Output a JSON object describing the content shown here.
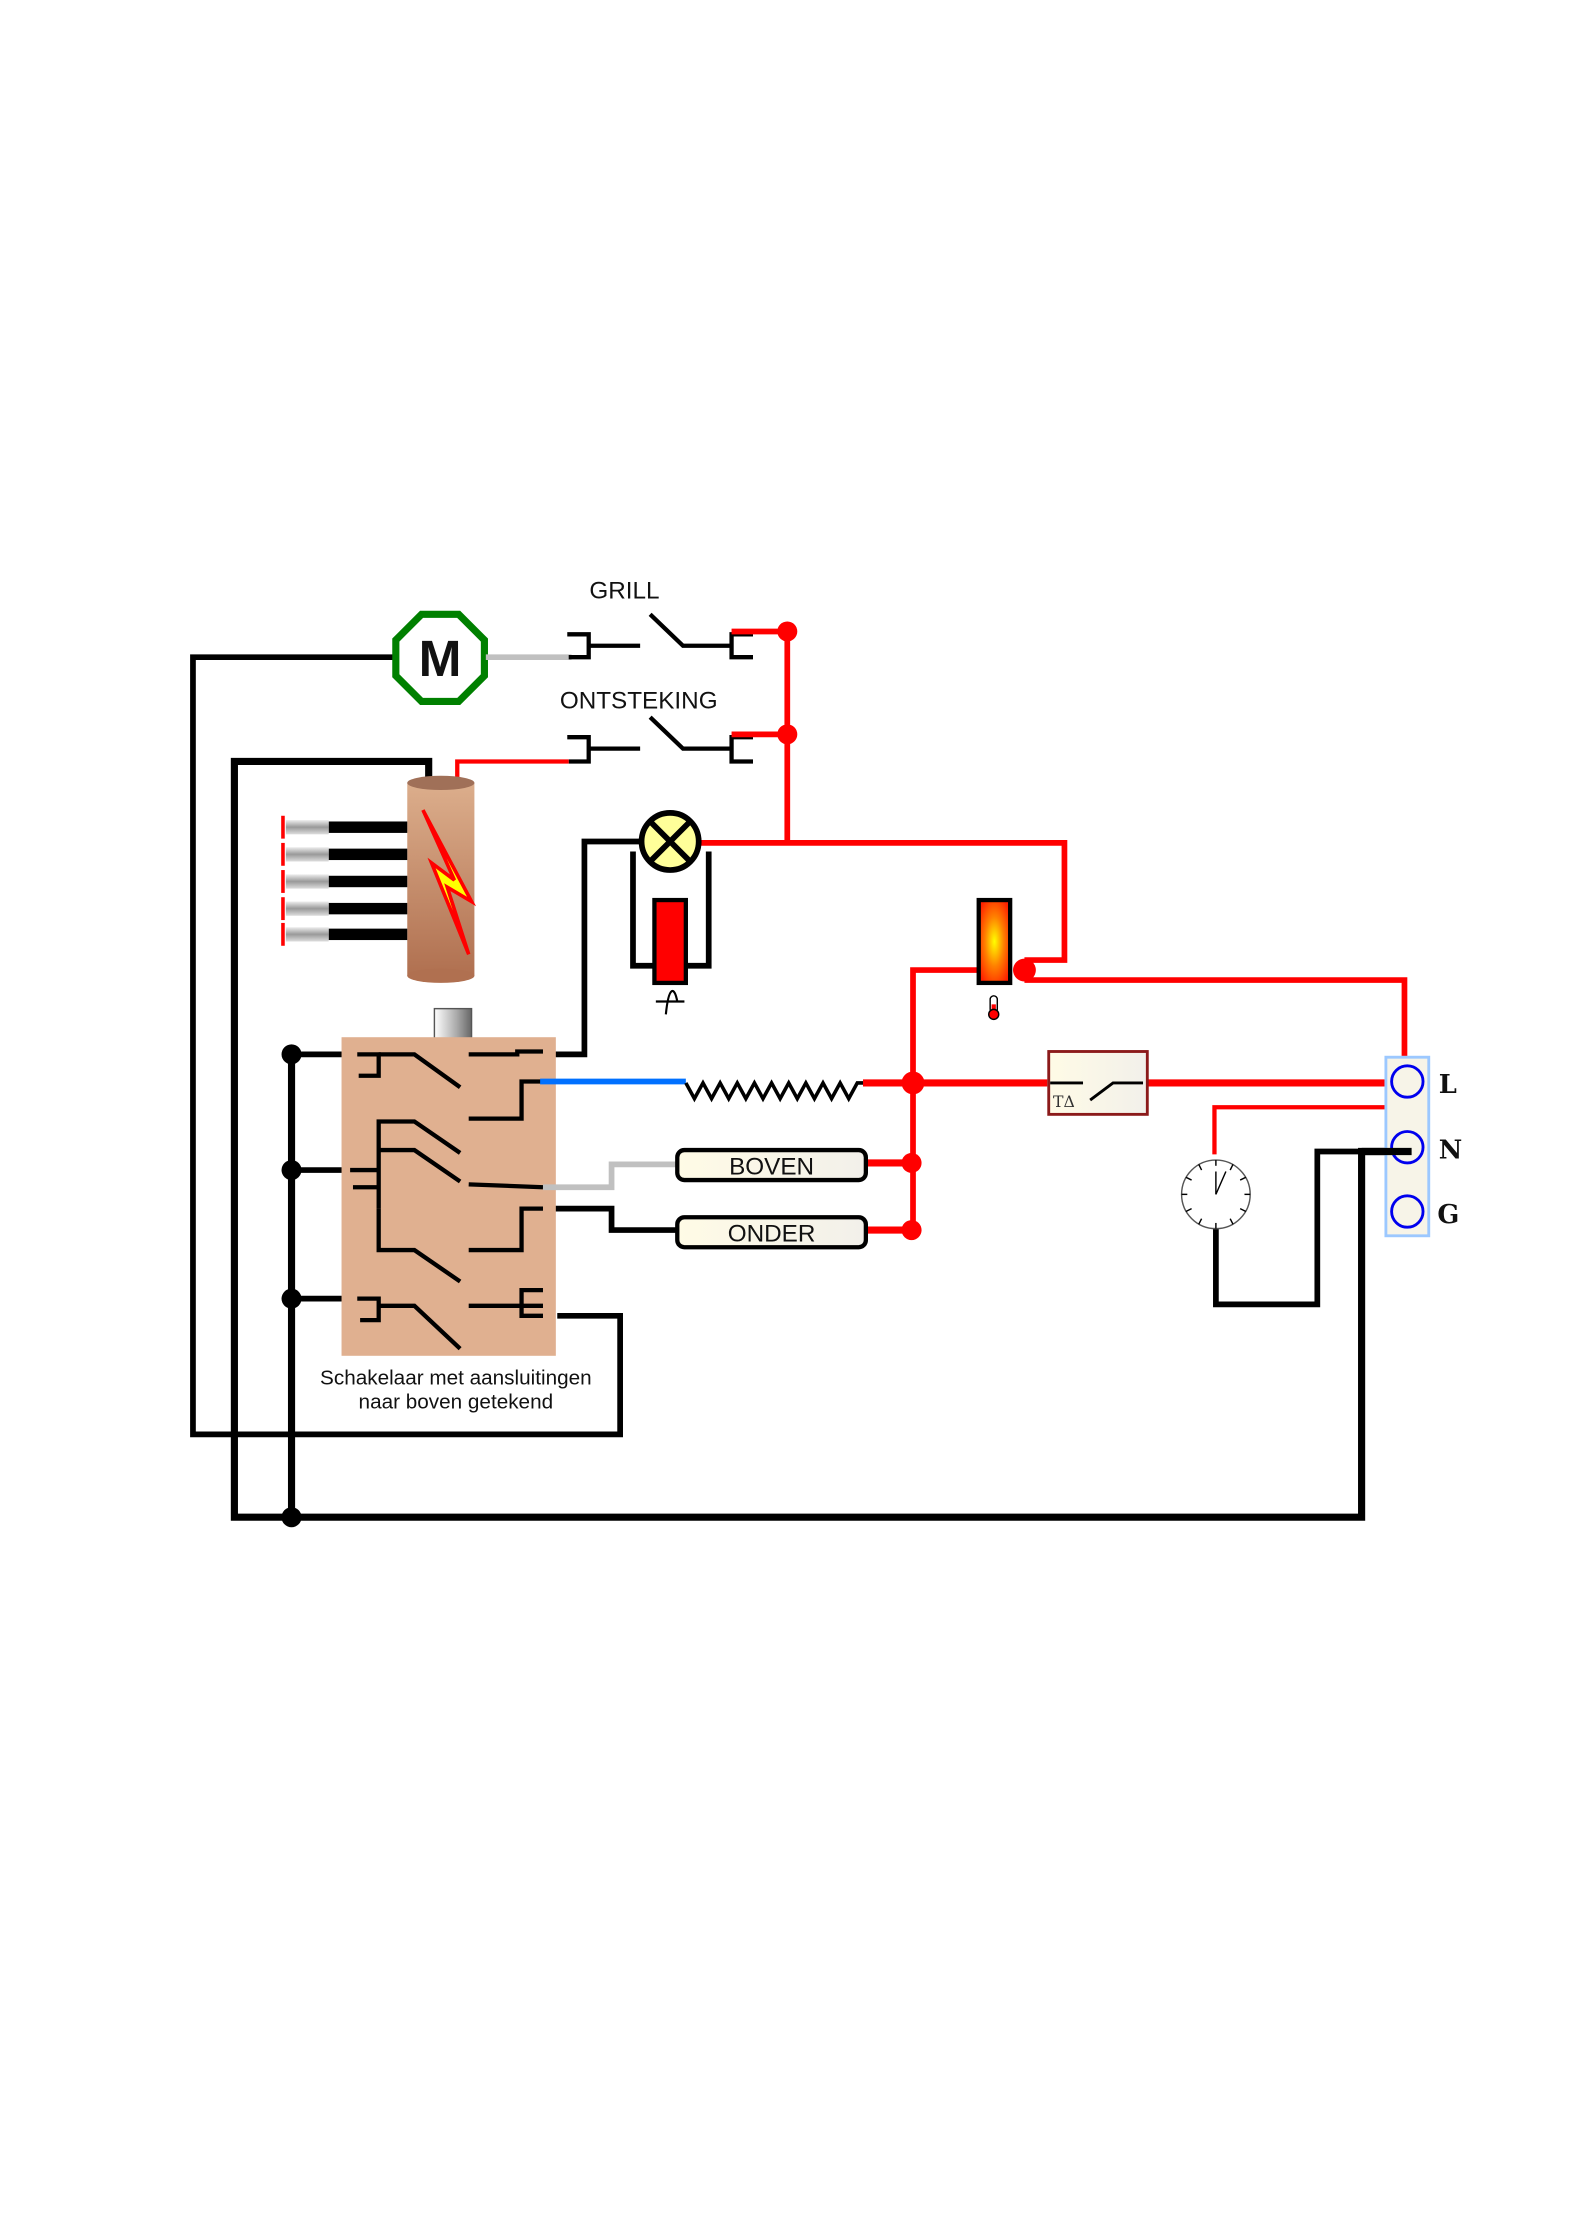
{
  "labels": {
    "motor": "M",
    "grill": "GRILL",
    "ignition": "ONTSTEKING",
    "top_element": "BOVEN",
    "bottom_element": "ONDER",
    "switch_caption_line1": "Schakelaar met aansluitingen",
    "switch_caption_line2": "naar boven getekend",
    "thermal_switch": "TΔ",
    "terminal_L": "L",
    "terminal_N": "N",
    "terminal_G": "G"
  },
  "colors": {
    "live_wire": "#ff0000",
    "neutral_wire": "#000000",
    "motor_outline": "#008000",
    "switch_body": "#e0b090",
    "blue_wire": "#0070ff",
    "gray_wire": "#c0c0c0",
    "terminal_circle": "#0000ee"
  }
}
